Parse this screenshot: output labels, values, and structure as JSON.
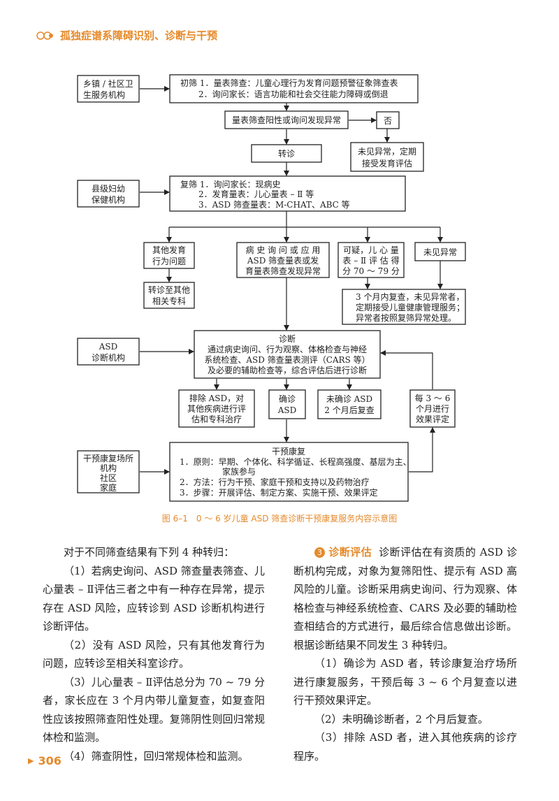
{
  "header": {
    "title": "孤独症谱系障碍识别、诊断与干预"
  },
  "flow": {
    "b1": [
      "乡镇 / 社区卫",
      "生服务机构"
    ],
    "b2": [
      "初筛 1．量表筛查：儿童心理行为发育问题预警征象筛查表",
      "2．询问家长：语言功能和社会交往能力障碍或倒退"
    ],
    "b3": "量表筛查阳性或询问发现异常",
    "b4": "否",
    "b5": "转诊",
    "b6": [
      "未见异常，定期",
      "接受发育评估"
    ],
    "b7": [
      "县级妇幼",
      "保健机构"
    ],
    "b8": [
      "复筛 1．询问家长：现病史",
      "2．发育量表：儿心量表 – Ⅱ 等",
      "3．ASD 筛查量表：M-CHAT、ABC 等"
    ],
    "b9": [
      "其他发育",
      "行为问题"
    ],
    "b10": [
      "病 史 询 问 或 应 用",
      "ASD 筛查量表或发",
      "育量表筛查发现异常"
    ],
    "b11": [
      "可疑，儿 心 量",
      "表 – Ⅱ 评 估 得",
      "分 70 ～ 79 分"
    ],
    "b12": "未见异常",
    "b13": [
      "转诊至其他",
      "相关专科"
    ],
    "b14": [
      "3 个月内复查，未见异常者，",
      "定期接受儿童健康管理服务；",
      "异常者按照复筛异常处理。"
    ],
    "b15": [
      "ASD",
      "诊断机构"
    ],
    "b16": [
      "诊断",
      "通过病史询问、行为观察、体格检查与神经",
      "系统检查、ASD 筛查量表测评（CARS 等）",
      "及必要的辅助检查等，综合评估后进行诊断"
    ],
    "b17": [
      "排除 ASD，对",
      "其他疾病进行评",
      "估和专科治疗"
    ],
    "b18": [
      "确诊",
      "ASD"
    ],
    "b19": [
      "未确诊 ASD",
      "2 个月后复查"
    ],
    "b20": [
      "每 3 ～ 6",
      "个月进行",
      "效果评定"
    ],
    "b21": [
      "干预康复场所",
      "机构",
      "社区",
      "家庭"
    ],
    "b22": [
      "干预康复",
      "1．原则：早期、个体化、科学循证、长程高强度、基层为主、",
      "家族参与",
      "2．方法：行为干预、家庭干预和支持以及药物治疗",
      "3．步骤：开展评估、制定方案、实施干预、效果评定"
    ]
  },
  "caption": "图 6–1　0 ～ 6 岁儿童 ASD 筛查诊断干预康复服务内容示意图",
  "left_paragraphs": [
    "对于不同筛查结果有下列 4 种转归：",
    "（1）若病史询问、ASD 筛查量表筛查、儿心量表 – Ⅱ评估三者之中有一种存在异常，提示存在 ASD 风险，应转诊到 ASD 诊断机构进行诊断评估。",
    "（2）没有 ASD 风险，只有其他发育行为问题，应转诊至相关科室诊疗。",
    "（3）儿心量表 – Ⅱ评估总分为 70 ~ 79 分者，家长应在 3 个月内带儿童复查，如复查阳性应该按照筛查阳性处理。复筛阴性则回归常规体检和监测。",
    "（4）筛查阴性，回归常规体检和监测。"
  ],
  "right": {
    "section_number": "3",
    "section_title": "诊断评估",
    "section_text": "诊断评估在有资质的 ASD 诊断机构完成，对象为复筛阳性、提示有 ASD 高风险的儿童。诊断采用病史询问、行为观察、体格检查与神经系统检查、CARS 及必要的辅助检查相结合的方式进行，最后综合信息做出诊断。根据诊断结果不同发生 3 种转归。",
    "paragraphs": [
      "（1）确诊为 ASD 者，转诊康复治疗场所进行康复服务，干预后每 3 ~ 6 个月复查以进行干预效果评定。",
      "（2）未明确诊断者，2 个月后复查。",
      "（3）排除 ASD 者，进入其他疾病的诊疗程序。"
    ]
  },
  "page_number": "306"
}
